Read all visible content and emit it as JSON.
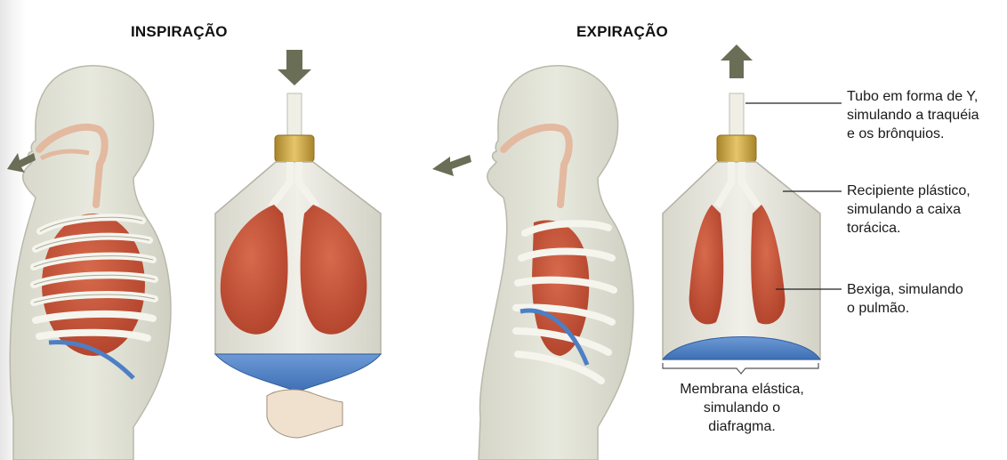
{
  "titles": {
    "inspiration": "INSPIRAÇÃO",
    "expiration": "EXPIRAÇÃO"
  },
  "labels": {
    "tube": [
      "Tubo em forma de Y,",
      "simulando a traquéia",
      "e os brônquios."
    ],
    "container": [
      "Recipiente plástico,",
      "simulando a caixa",
      "torácica."
    ],
    "balloon": [
      "Bexiga, simulando",
      "o pulmão."
    ],
    "membrane": [
      "Membrana elástica,",
      "simulando o",
      "diafragma."
    ]
  },
  "colors": {
    "skin": "#dcddd0",
    "lung": "#c9573d",
    "diaphragm": "#4d7fc4",
    "bottle": "#e3e2d8",
    "arrow": "#6b6e56",
    "cap": "#c9a13a"
  }
}
